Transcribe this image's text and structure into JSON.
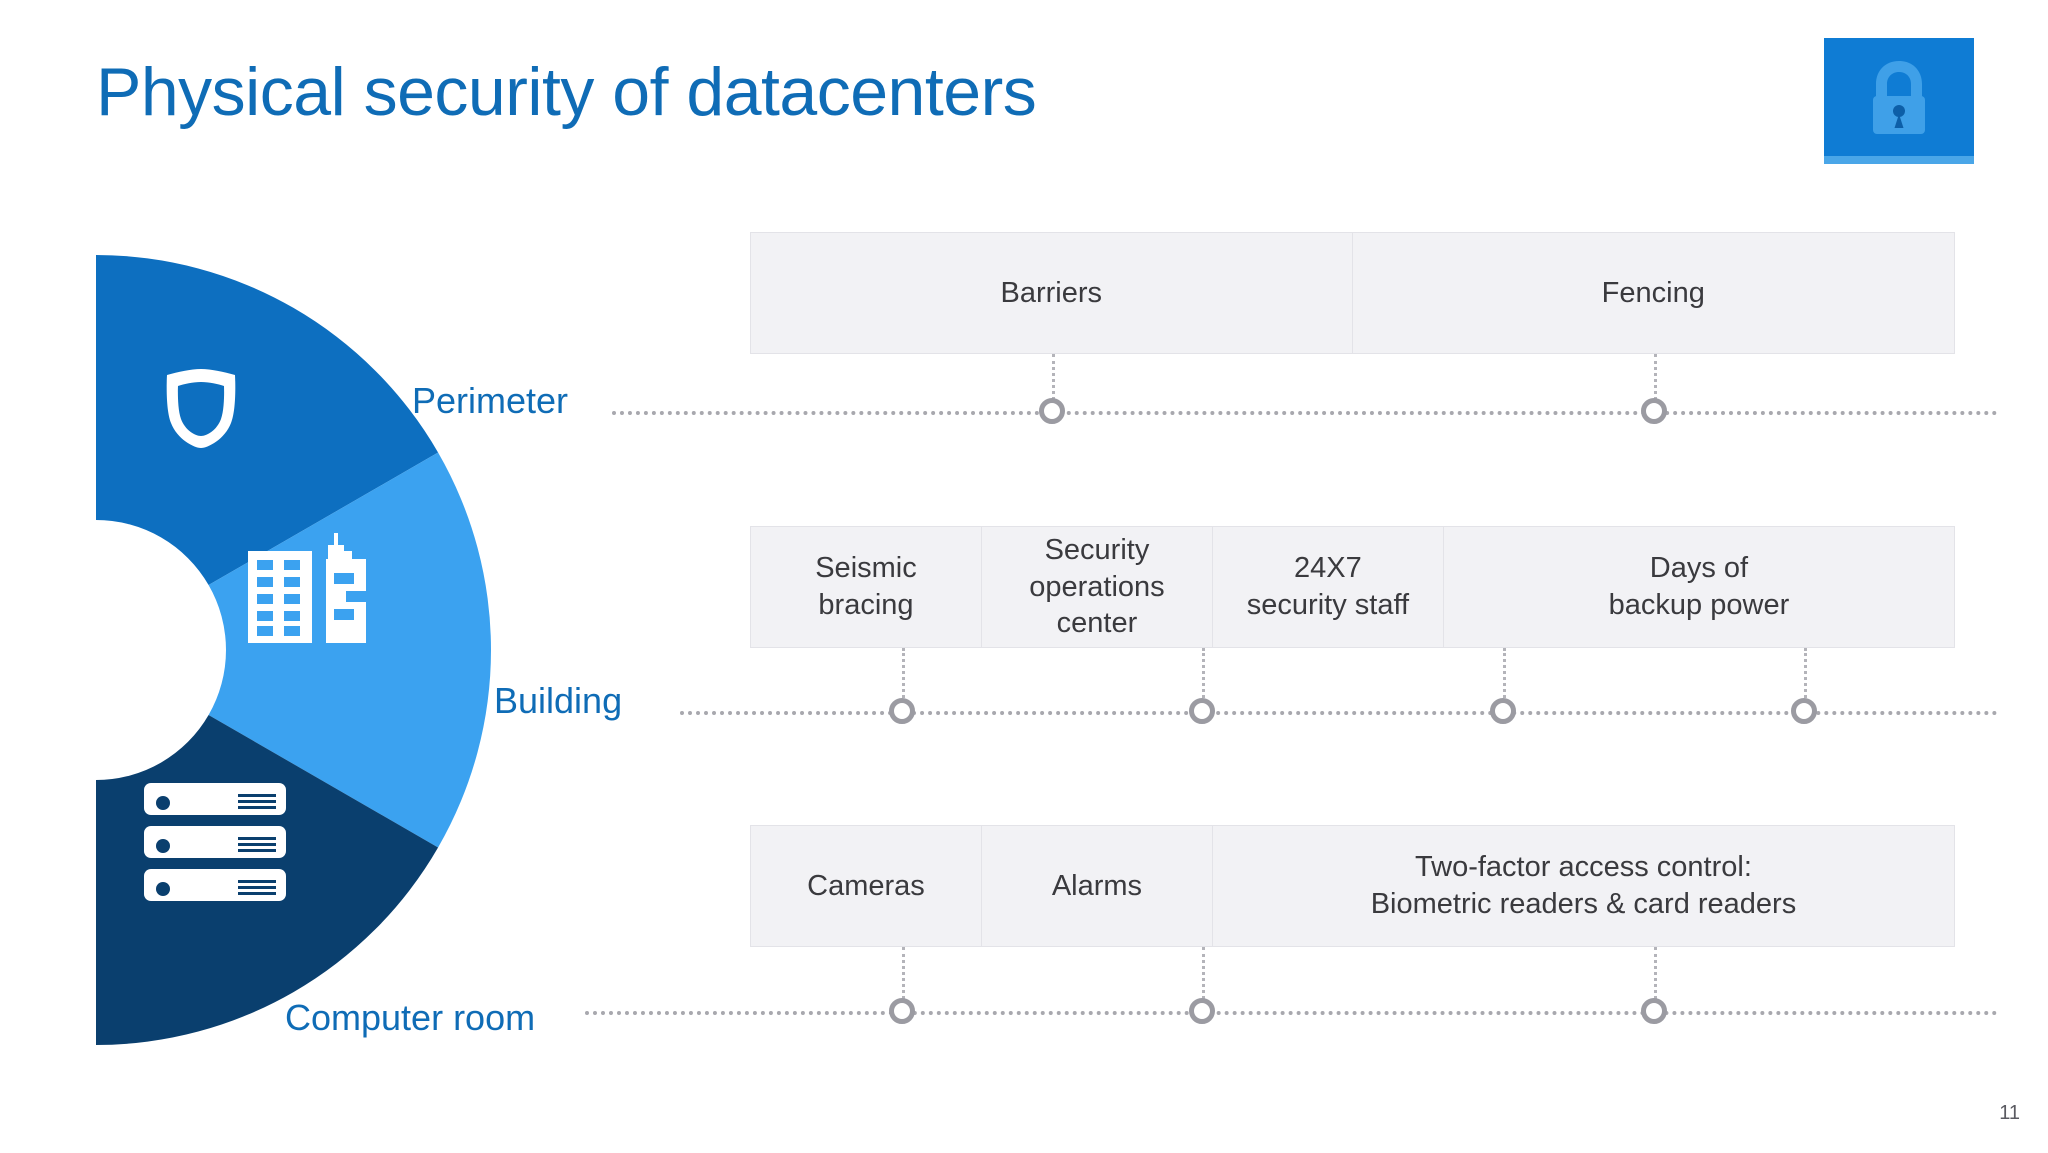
{
  "slide": {
    "title": "Physical security of datacenters",
    "page_number": "11",
    "accent_color": "#0f6cb6",
    "badge_color": "#0f7cd4",
    "box_fill": "#f2f2f5",
    "box_border": "#e3e3e8",
    "connector_color": "#a8a8ae"
  },
  "badge": {
    "icon": "padlock-icon"
  },
  "fan": {
    "segments": [
      {
        "name": "perimeter",
        "color": "#0d6fc0",
        "icon": "shield-icon"
      },
      {
        "name": "building",
        "color": "#3ba2f0",
        "icon": "office-buildings-icon"
      },
      {
        "name": "computer-room",
        "color": "#0a3f6e",
        "icon": "server-rack-icon"
      }
    ]
  },
  "tiers": [
    {
      "id": "perimeter",
      "label": "Perimeter",
      "items": [
        {
          "text": "Barriers",
          "lines": [
            "Barriers"
          ],
          "width_pct": 50
        },
        {
          "text": "Fencing",
          "lines": [
            "Fencing"
          ],
          "width_pct": 50
        }
      ]
    },
    {
      "id": "building",
      "label": "Building",
      "items": [
        {
          "text": "Seismic bracing",
          "lines": [
            "Seismic",
            "bracing"
          ],
          "width_pct": 19.2
        },
        {
          "text": "Security operations center",
          "lines": [
            "Security",
            "operations center"
          ],
          "width_pct": 24.6
        },
        {
          "text": "24X7 security staff",
          "lines": [
            "24X7",
            "security staff"
          ],
          "width_pct": 37.0
        },
        {
          "text": "Days of backup power",
          "lines": [
            "Days of",
            "backup power"
          ],
          "width_pct": 19.2
        }
      ]
    },
    {
      "id": "computer-room",
      "label": "Computer room",
      "items": [
        {
          "text": "Cameras",
          "lines": [
            "Cameras"
          ],
          "width_pct": 19.2
        },
        {
          "text": "Alarms",
          "lines": [
            "Alarms"
          ],
          "width_pct": 19.2
        },
        {
          "text": "Two-factor access control: Biometric readers & card readers",
          "lines": [
            "Two-factor access control:",
            "Biometric readers & card readers"
          ],
          "width_pct": 61.6
        }
      ]
    }
  ]
}
